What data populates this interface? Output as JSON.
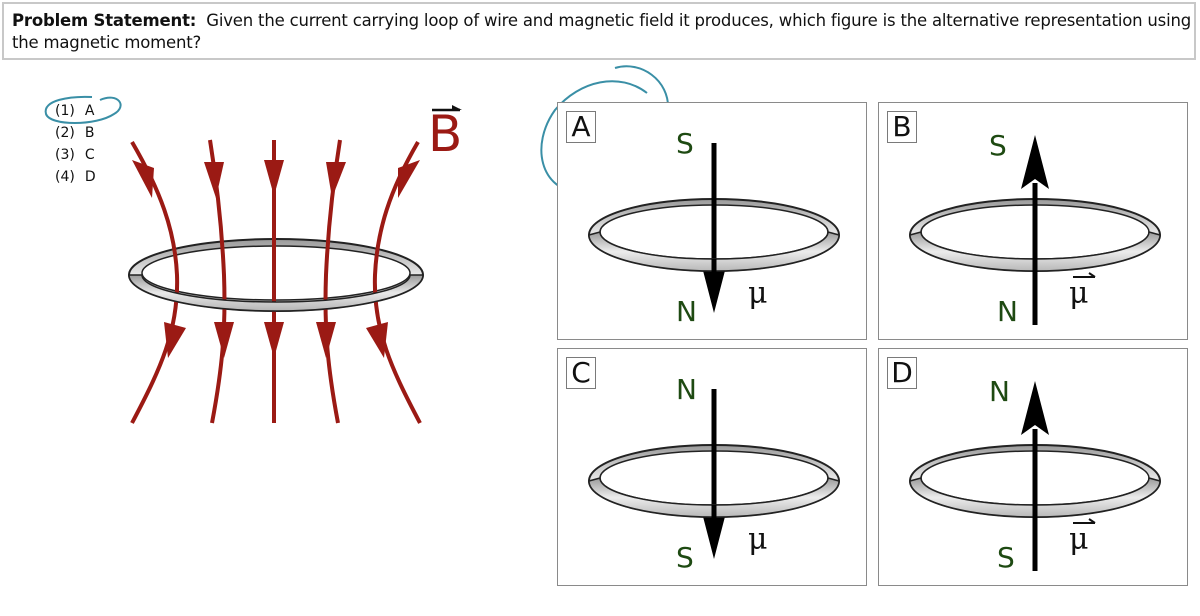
{
  "problem": {
    "label": "Problem Statement:",
    "text": "Given the current carrying loop of wire and magnetic field it produces, which figure is the alternative representation using the magnetic moment?"
  },
  "options": [
    {
      "number": "(1)",
      "letter": "A",
      "circled": true
    },
    {
      "number": "(2)",
      "letter": "B",
      "circled": false
    },
    {
      "number": "(3)",
      "letter": "C",
      "circled": false
    },
    {
      "number": "(4)",
      "letter": "D",
      "circled": false
    }
  ],
  "field_figure": {
    "vector_label": "B",
    "field_direction": "downward",
    "field_color": "#9b1a14",
    "field_line_count": 5
  },
  "panels": [
    {
      "label": "A",
      "top_pole": "S",
      "bottom_pole": "N",
      "moment_direction": "down",
      "moment_label": "μ",
      "circled": true
    },
    {
      "label": "B",
      "top_pole": "S",
      "bottom_pole": "N",
      "moment_direction": "up",
      "moment_label": "μ",
      "circled": false
    },
    {
      "label": "C",
      "top_pole": "N",
      "bottom_pole": "S",
      "moment_direction": "down",
      "moment_label": "μ",
      "circled": false
    },
    {
      "label": "D",
      "top_pole": "N",
      "bottom_pole": "S",
      "moment_direction": "up",
      "moment_label": "μ",
      "circled": false
    }
  ],
  "colors": {
    "pole_text": "#1e4a12",
    "annotation": "#3a8fa6",
    "field_lines": "#9b1a14"
  }
}
